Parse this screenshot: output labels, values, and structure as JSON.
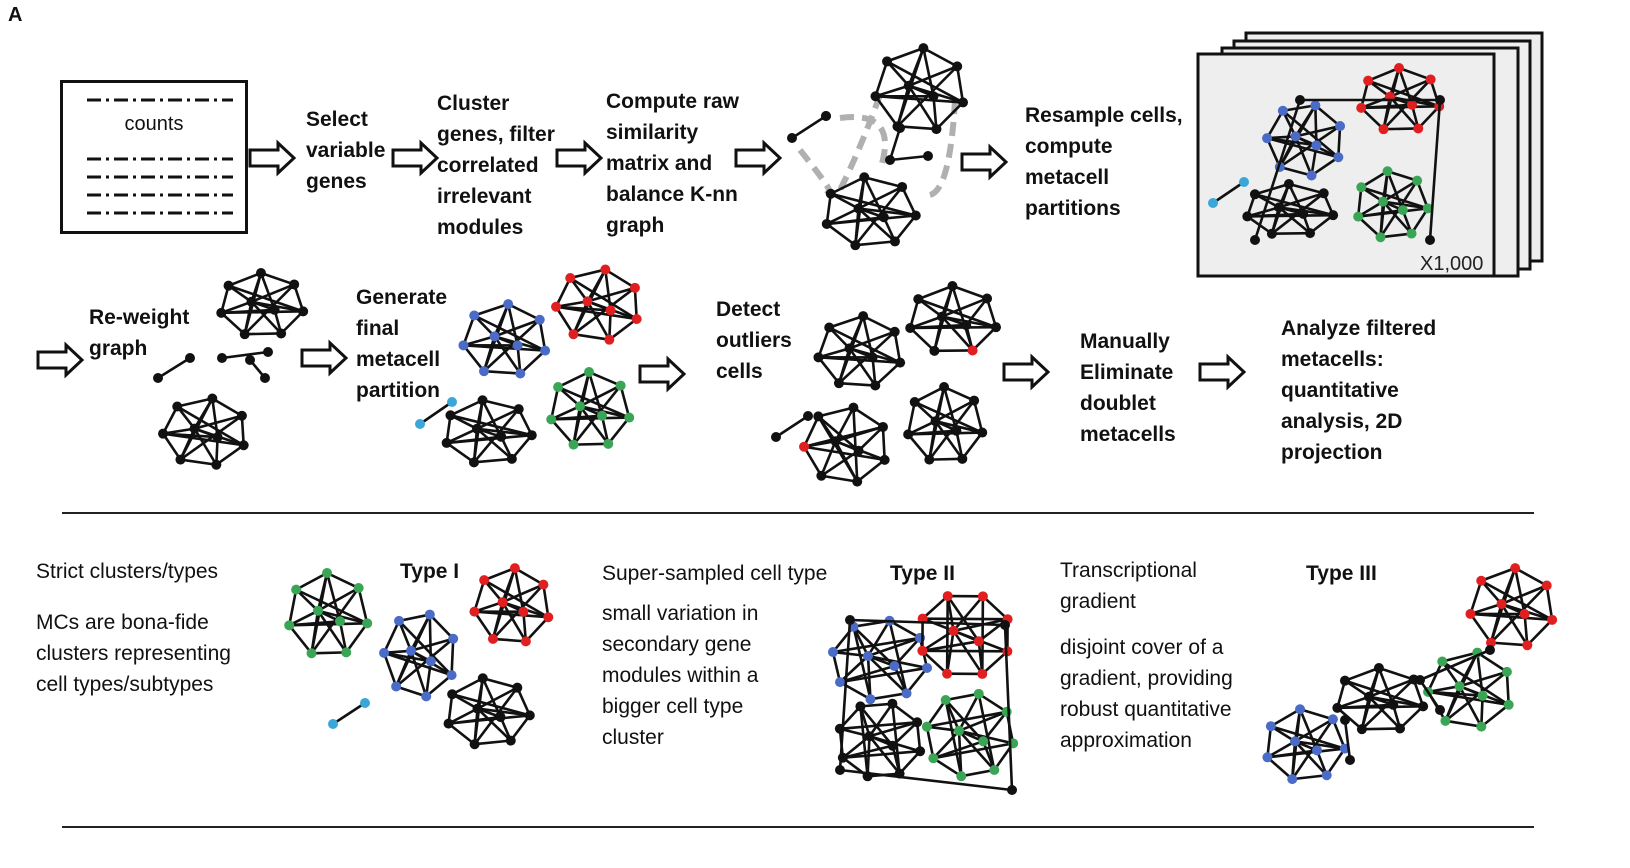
{
  "panel_letter": "A",
  "counts_box": {
    "label": "counts"
  },
  "steps": {
    "select": "Select variable genes",
    "cluster": "Cluster genes, filter correlated irrelevant modules",
    "compute": "Compute raw similarity matrix and balance K-nn graph",
    "resample": "Resample cells, compute metacell partitions",
    "stack_label": "X1,000",
    "reweight": "Re-weight graph",
    "generate": "Generate final metacell partition",
    "detect": "Detect outliers cells",
    "eliminate": "Manually Eliminate doublet metacells",
    "analyze": "Analyze filtered metacells: quantitative analysis, 2D projection"
  },
  "types": {
    "type1": {
      "title": "Type I",
      "heading": "Strict clusters/types",
      "description": "MCs are bona-fide clusters representing cell types/subtypes"
    },
    "type2": {
      "title": "Type II",
      "heading": "Super-sampled cell type",
      "description": "small variation in secondary gene modules within a bigger cell type cluster"
    },
    "type3": {
      "title": "Type III",
      "heading": "Transcriptional gradient",
      "description": "disjoint cover of a gradient, providing robust quantitative approximation"
    }
  },
  "colors": {
    "red": "#e02020",
    "blue": "#4a6bc6",
    "green": "#3aa655",
    "cyan": "#3aa7d8",
    "black": "#111111",
    "arrow": "#111111",
    "dashed": "#b0b0b0"
  }
}
